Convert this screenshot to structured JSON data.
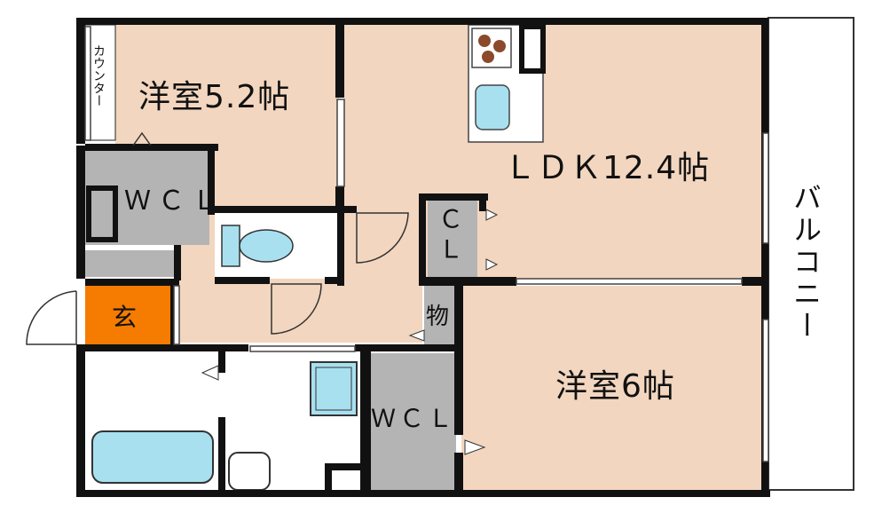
{
  "rooms": {
    "western_room_1": "洋室5.2帖",
    "ldk": "ＬＤＫ12.4帖",
    "western_room_2": "洋室6帖",
    "entrance": "玄",
    "storage": "物",
    "balcony": "バルコニー",
    "counter": "カウンター",
    "closet": "ＣＬ",
    "wcl_1": "ＷＣＬ",
    "wcl_2": "ＷＣＬ"
  },
  "colors": {
    "wall": "#111111",
    "floor": "#f2d6bf",
    "closet_gray": "#b4b4b4",
    "entrance_orange": "#f57c00",
    "fixture_blue": "#a8e0f0",
    "stove_brown": "#8b4a2b",
    "white": "#ffffff"
  }
}
